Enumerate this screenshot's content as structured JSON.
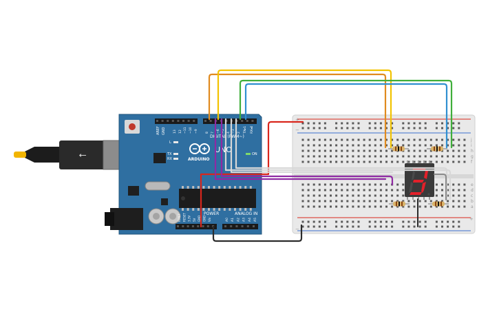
{
  "arduino": {
    "brand": "ARDUINO",
    "model": "UNO",
    "digital_header_label": "DIGITAL (PWM~)",
    "power_header_label": "POWER",
    "analog_header_label": "ANALOG IN",
    "on_label": "ON",
    "tx_label": "TX",
    "rx_label": "RX",
    "l_label": "L",
    "aref_label": "AREF",
    "gnd_label": "GND",
    "digital_pins": [
      "13",
      "12",
      "~11",
      "~10",
      "~9",
      "8",
      "7",
      "~6",
      "~5",
      "4",
      "~3",
      "2",
      "TX▸1",
      "RX◂0"
    ],
    "power_pins": [
      "IOREF",
      "RESET",
      "3.3V",
      "5V",
      "GND",
      "GND",
      "Vin"
    ],
    "analog_pins": [
      "A0",
      "A1",
      "A2",
      "A3",
      "A4",
      "A5"
    ]
  },
  "breadboard": {
    "row_letters_top": [
      "j",
      "i",
      "h",
      "g",
      "f"
    ],
    "row_letters_bottom": [
      "e",
      "d",
      "c",
      "b",
      "a"
    ],
    "plus_label": "+",
    "minus_label": "−"
  },
  "display": {
    "digit": "3",
    "segment_color": "#e3202a"
  },
  "colors": {
    "arduino_board": "#2f6fa1",
    "breadboard": "#e7e7e7",
    "wire_orange": "#e08a1e",
    "wire_yellow": "#f2c300",
    "wire_green": "#3fae3a",
    "wire_blue": "#2f8fd0",
    "wire_red": "#d9261c",
    "wire_black": "#2b2b2b",
    "wire_purple": "#8f2aa3",
    "wire_white": "#d8d8d8"
  }
}
